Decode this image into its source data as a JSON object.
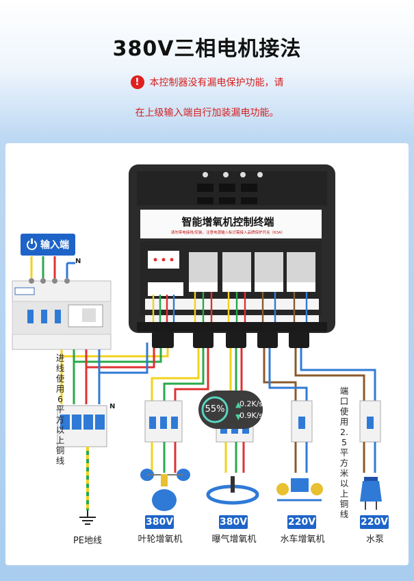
{
  "header": {
    "title": "380V三相电机接法",
    "warning_line1": "本控制器没有漏电保护功能，请",
    "warning_line2": "在上级输入端自行加装漏电功能。",
    "warning_icon": "!"
  },
  "colors": {
    "accent_blue": "#1e64c8",
    "warning_red": "#d42020",
    "wire_yellow": "#f2d21b",
    "wire_green": "#2aa84a",
    "wire_red": "#e03030",
    "wire_blue": "#2f7ad6",
    "wire_brown": "#8a5a2b",
    "device_body": "#2b2b2b"
  },
  "input": {
    "label": "输入端",
    "icon": "power-icon",
    "n_label": "N"
  },
  "device": {
    "title": "智能增氧机控制终端",
    "warning": "请勿带电接线/安装，注意电源输入标识需接入品牌保护开关（63A）"
  },
  "cable_note": {
    "left": "进线使用6平方以上铜线",
    "right": "端口使用2.5平方米以上铜线"
  },
  "spd": {
    "n_label": "N"
  },
  "ground": {
    "label": "PE地线"
  },
  "gauge": {
    "percent": "55%",
    "up": "0.2",
    "down": "0.9",
    "unit": "K/s"
  },
  "outputs": [
    {
      "voltage": "380V",
      "label": "叶轮增氧机"
    },
    {
      "voltage": "380V",
      "label": "曝气增氧机"
    },
    {
      "voltage": "220V",
      "label": "水车增氧机"
    },
    {
      "voltage": "220V",
      "label": "水泵"
    }
  ]
}
